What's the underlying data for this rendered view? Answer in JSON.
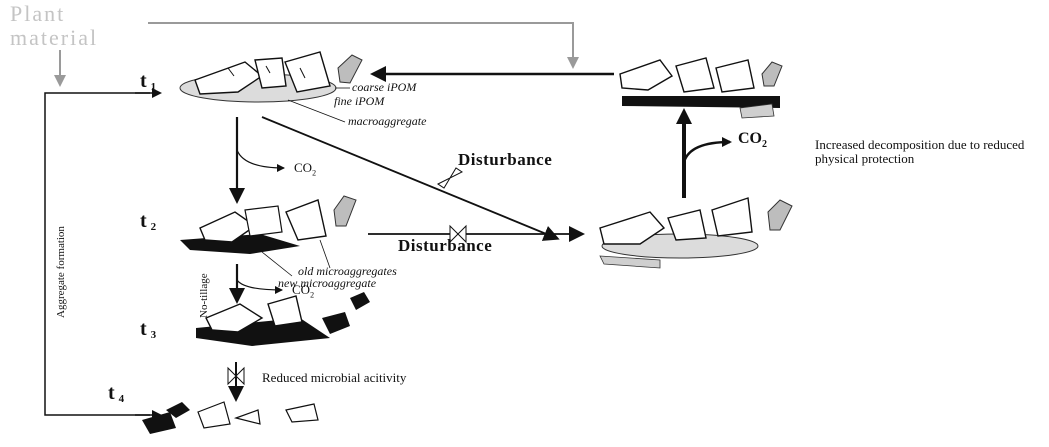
{
  "plant_material": [
    "Plant",
    "material"
  ],
  "time_labels": {
    "t1": {
      "letter": "t",
      "sub": "1"
    },
    "t2": {
      "letter": "t",
      "sub": "2"
    },
    "t3": {
      "letter": "t",
      "sub": "3"
    },
    "t4": {
      "letter": "t",
      "sub": "4"
    }
  },
  "labels": {
    "coarse_ipom": "coarse iPOM",
    "fine_ipom": "fine iPOM",
    "macroaggregate": "macroaggregate",
    "old_microaggregates": "old microaggregates",
    "new_microaggregate": "new microaggregate",
    "disturbance_top": "Disturbance",
    "disturbance_mid": "Disturbance",
    "co2_small_1": "CO",
    "co2_small_2": "CO",
    "co2_sub": "2",
    "co2_big": "CO",
    "increased_decomposition": "Increased decomposition due to reduced physical protection",
    "reduced_microbial": "Reduced microbial acitivity",
    "aggregate_formation": "Aggregate formation",
    "no_tillage": "No-tillage"
  },
  "colors": {
    "ink": "#111111",
    "light_fill": "#cfcfcf",
    "plant_text": "#c4c4c4"
  }
}
